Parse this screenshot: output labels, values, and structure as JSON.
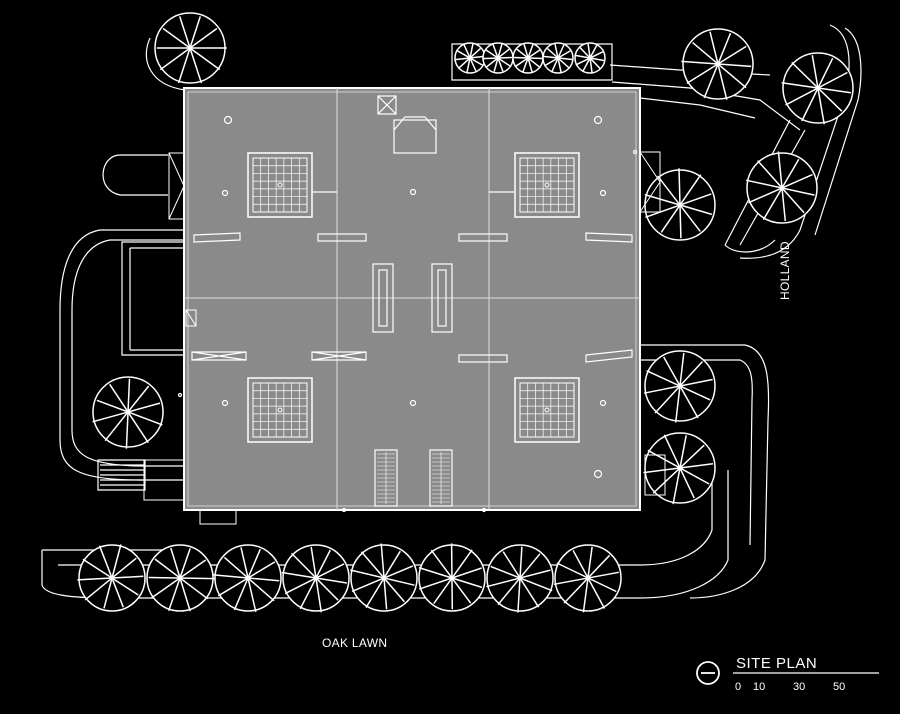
{
  "title": "SITE PLAN",
  "streets": {
    "oak_lawn": "OAK LAWN",
    "holland": "HOLLAND"
  },
  "scale_bar": {
    "labels": [
      "0",
      "10",
      "30",
      "50"
    ]
  },
  "colors": {
    "background": "#000000",
    "roof": "#8a8a8a",
    "linework": "#ffffff"
  },
  "icons": {
    "north_arrow": "north-arrow-icon",
    "tree": "tree-symbol-icon",
    "skylight": "skylight-icon"
  }
}
